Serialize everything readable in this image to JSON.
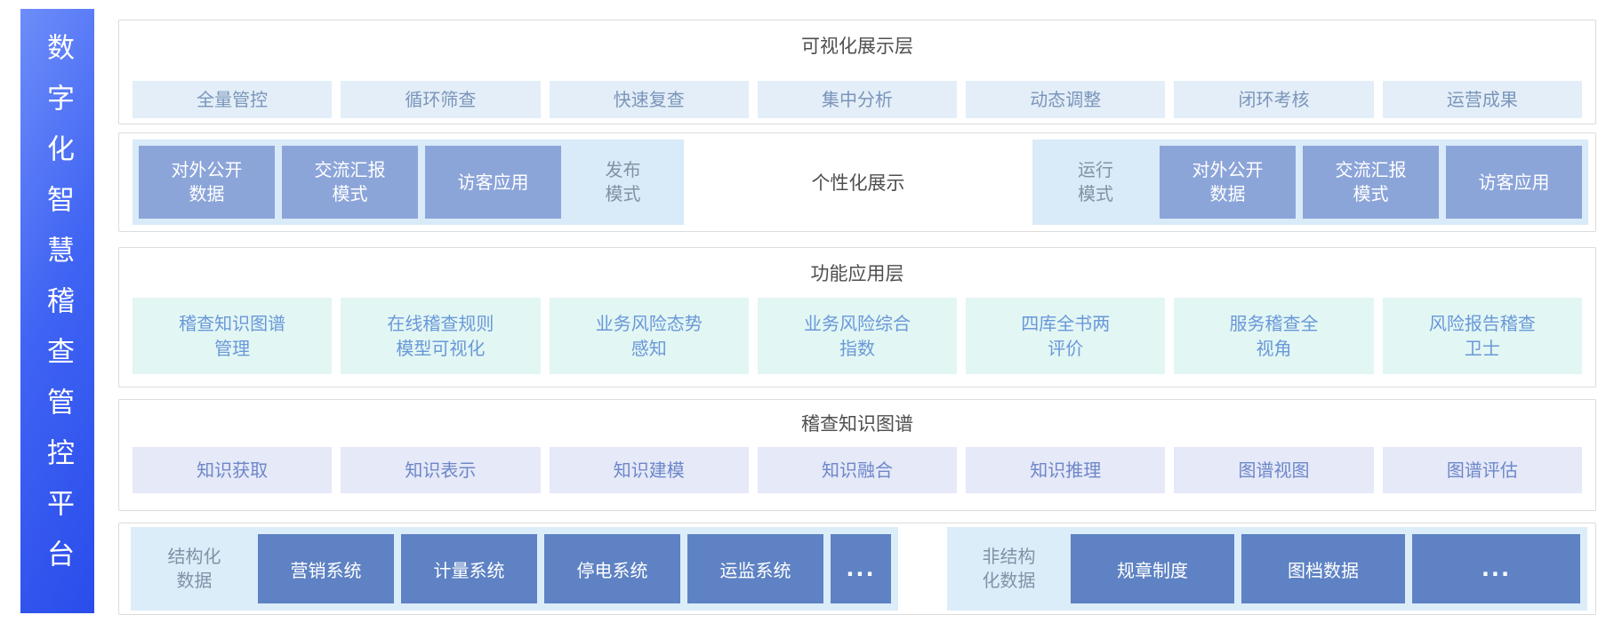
{
  "sidebar": {
    "title": "数字化智慧稽查管控平台"
  },
  "visualization_layer": {
    "title": "可视化展示层",
    "items": [
      "全量管控",
      "循环筛查",
      "快速复查",
      "集中分析",
      "动态调整",
      "闭环考核",
      "运营成果"
    ]
  },
  "display_mode_layer": {
    "publish_group": {
      "boxes": [
        "对外公开\n数据",
        "交流汇报\n模式",
        "访客应用"
      ],
      "label": "发布\n模式"
    },
    "center_label": "个性化展示",
    "run_group": {
      "label": "运行\n模式",
      "boxes": [
        "对外公开\n数据",
        "交流汇报\n模式",
        "访客应用"
      ]
    }
  },
  "function_layer": {
    "title": "功能应用层",
    "items": [
      "稽查知识图谱\n管理",
      "在线稽查规则\n模型可视化",
      "业务风险态势\n感知",
      "业务风险综合\n指数",
      "四库全书两\n评价",
      "服务稽查全\n视角",
      "风险报告稽查\n卫士"
    ]
  },
  "knowledge_graph_layer": {
    "title": "稽查知识图谱",
    "items": [
      "知识获取",
      "知识表示",
      "知识建模",
      "知识融合",
      "知识推理",
      "图谱视图",
      "图谱评估"
    ]
  },
  "data_source_layer": {
    "structured": {
      "label": "结构化\n数据",
      "boxes": [
        "营销系统",
        "计量系统",
        "停电系统",
        "运监系统",
        "..."
      ]
    },
    "unstructured": {
      "label": "非结构\n化数据",
      "boxes": [
        "规章制度",
        "图档数据",
        "..."
      ]
    }
  },
  "colors": {
    "sidebar_gradient_start": "#6d8df9",
    "sidebar_gradient_end": "#2a4ceb",
    "container_border": "#dcdcdc",
    "header_text": "#4f4f4f",
    "chip_blue_bg": "#e3eef8",
    "chip_blue_text": "#7b95ba",
    "chip_mint_bg": "#e2f6f4",
    "chip_mint_text": "#6a98d8",
    "chip_lavender_bg": "#e5e9f8",
    "chip_lavender_text": "#6e87c9",
    "mode_panel_bg": "#d9eaf8",
    "mode_box_bg": "#8ca5d9",
    "data_panel_bg": "#dcedfa",
    "data_box_bg": "#5e82c3",
    "panel_label_text": "#8292a6"
  }
}
